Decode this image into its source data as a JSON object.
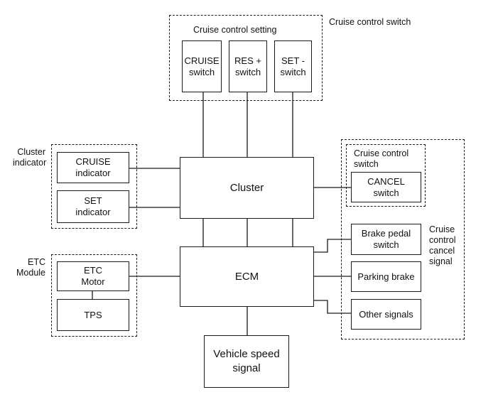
{
  "groups": {
    "cruise_control_switch": "Cruise control switch",
    "cruise_control_setting": "Cruise control setting",
    "cluster_indicator": [
      "Cluster",
      "indicator"
    ],
    "etc_module": [
      "ETC",
      "Module"
    ],
    "cancel_switch_group": [
      "Cruise control",
      "switch"
    ],
    "cancel_signal": [
      "Cruise",
      "control",
      "cancel",
      "signal"
    ]
  },
  "boxes": {
    "cruise_switch": [
      "CRUISE",
      "switch"
    ],
    "res_switch": [
      "RES +",
      "switch"
    ],
    "set_switch": [
      "SET -",
      "switch"
    ],
    "cruise_indicator": [
      "CRUISE",
      "indicator"
    ],
    "set_indicator": [
      "SET",
      "indicator"
    ],
    "cluster": "Cluster",
    "cancel_switch": [
      "CANCEL",
      "switch"
    ],
    "ecm": "ECM",
    "etc_motor": [
      "ETC",
      "Motor"
    ],
    "tps": "TPS",
    "brake_pedal": [
      "Brake pedal",
      "switch"
    ],
    "parking_brake": "Parking brake",
    "other_signals": "Other signals",
    "vehicle_speed": [
      "Vehicle speed",
      "signal"
    ]
  }
}
